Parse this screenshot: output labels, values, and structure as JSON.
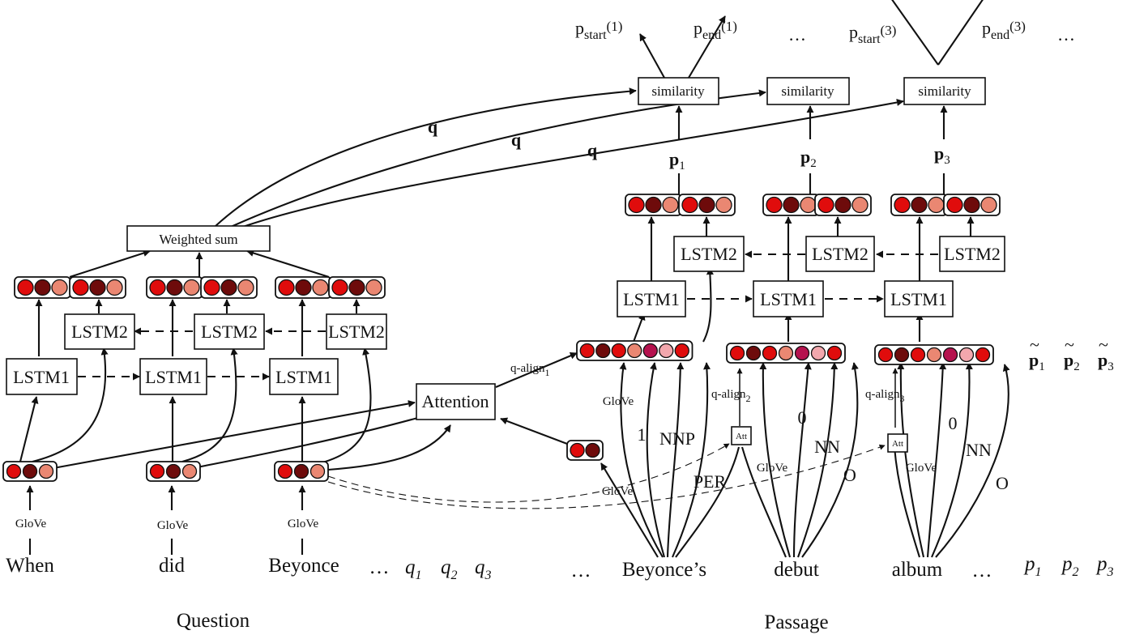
{
  "colors": {
    "dark": "#6e0b0b",
    "red": "#e00c0c",
    "salmon": "#ea8772",
    "crimson": "#b5124e",
    "pink": "#f2a7ad",
    "line": "#111111"
  },
  "labels": {
    "question": "Question",
    "passage": "Passage",
    "weighted_sum": "Weighted sum",
    "lstm1": "LSTM1",
    "lstm2": "LSTM2",
    "attention": "Attention",
    "similarity": "similarity",
    "glove": "GloVe",
    "att": "Att",
    "q": "q",
    "ellipsis": "…",
    "q_align": "q-align",
    "p_start": "p",
    "start_sub": "start",
    "p_end": "p",
    "end_sub": "end",
    "idx1": "(1)",
    "idx3": "(3)",
    "p_bold": "p",
    "p_ital": "p",
    "q_ital": "q",
    "tilde": "~",
    "feat_1": "1",
    "feat_0": "0",
    "feat_NNP": "NNP",
    "feat_PER": "PER",
    "feat_NN": "NN",
    "feat_O": "O",
    "s1": "1",
    "s2": "2",
    "s3": "3"
  },
  "words": {
    "question": [
      "When",
      "did",
      "Beyonce"
    ],
    "passage": [
      "Beyonce’s",
      "debut",
      "album"
    ]
  }
}
